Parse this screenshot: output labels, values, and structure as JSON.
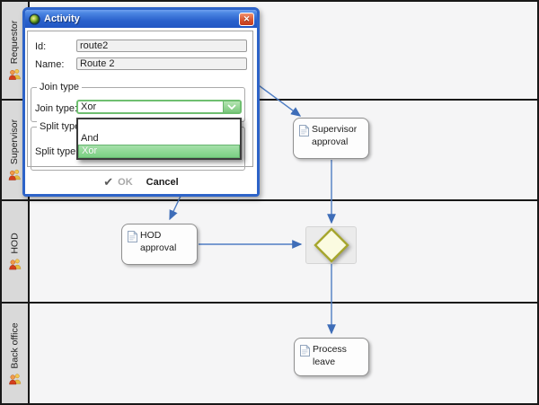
{
  "lanes": [
    {
      "label": "Requestor"
    },
    {
      "label": "Supervisor"
    },
    {
      "label": "HOD"
    },
    {
      "label": "Back office"
    }
  ],
  "nodes": {
    "supervisor_approval": "Supervisor approval",
    "hod_approval": "HOD approval",
    "process_leave": "Process leave"
  },
  "dialog": {
    "title": "Activity",
    "close_glyph": "✕",
    "fields": {
      "id_label": "Id:",
      "id_value": "route2",
      "name_label": "Name:",
      "name_value": "Route 2"
    },
    "join_group": {
      "legend": "Join type",
      "label": "Join type:",
      "value": "Xor"
    },
    "split_group": {
      "legend": "Split type",
      "label": "Split type:",
      "value": ""
    },
    "dropdown": {
      "options": [
        "",
        "And",
        "Xor"
      ],
      "selected_index": 2
    },
    "footer": {
      "ok_check": "✔",
      "ok": "OK",
      "cancel": "Cancel"
    }
  },
  "colors": {
    "edge_blue": "#4e7dc4",
    "arrow_blue": "#3e6db8",
    "dialog_frame_blue": "#2d63c8",
    "titlebar_blue": "#2a61cc",
    "close_red": "#c23a1c",
    "combo_green_border": "#6fbf70",
    "option_highlight_green": "#7ad083",
    "diamond_fill": "#fbfbe0",
    "diamond_stroke": "#a6a62e",
    "lane_header_gray": "#d9d9d9",
    "lane_body_gray": "#f5f5f6"
  }
}
